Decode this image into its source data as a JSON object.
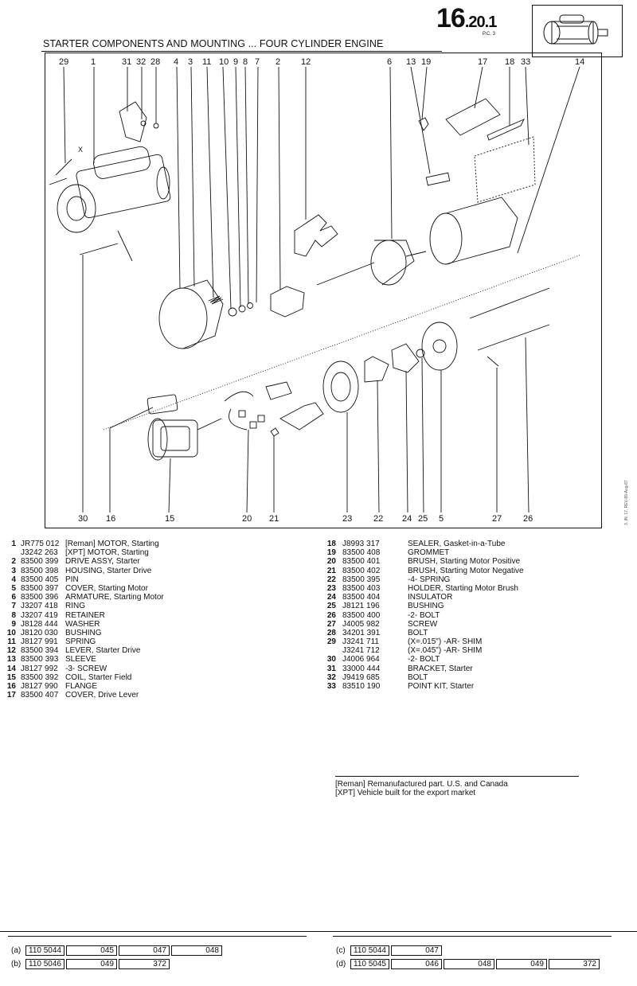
{
  "page_number": {
    "main": "16",
    "sub": ".20.1",
    "pc": "P.C. 3"
  },
  "title": "STARTER COMPONENTS AND MOUNTING ... FOUR CYLINDER ENGINE",
  "callouts_top": [
    "29",
    "1",
    "31",
    "32",
    "28",
    "4",
    "3",
    "11",
    "10",
    "9",
    "8",
    "7",
    "2",
    "12",
    "6",
    "13",
    "19",
    "17",
    "18",
    "33",
    "14"
  ],
  "callouts_bottom": [
    "30",
    "16",
    "15",
    "20",
    "21",
    "23",
    "22",
    "24",
    "25",
    "5",
    "27",
    "26"
  ],
  "callout_x_mark": "X",
  "side_print": "3. IN. 17, REV-89-Aug-87",
  "parts_left": [
    {
      "num": "1",
      "pn": "JR775 012",
      "desc": "[Reman]  MOTOR, Starting"
    },
    {
      "num": "",
      "pn": "J3242 263",
      "desc": "[XPT]  MOTOR, Starting"
    },
    {
      "num": "2",
      "pn": "83500 399",
      "desc": "DRIVE ASSY, Starter"
    },
    {
      "num": "3",
      "pn": "83500 398",
      "desc": "HOUSING, Starter Drive"
    },
    {
      "num": "4",
      "pn": "83500 405",
      "desc": "PIN"
    },
    {
      "num": "5",
      "pn": "83500 397",
      "desc": "COVER, Starting Motor"
    },
    {
      "num": "6",
      "pn": "83500 396",
      "desc": "ARMATURE, Starting Motor"
    },
    {
      "num": "7",
      "pn": "J3207 418",
      "desc": "RING"
    },
    {
      "num": "8",
      "pn": "J3207 419",
      "desc": "RETAINER"
    },
    {
      "num": "9",
      "pn": "J8128 444",
      "desc": "WASHER"
    },
    {
      "num": "10",
      "pn": "J8120 030",
      "desc": "BUSHING"
    },
    {
      "num": "11",
      "pn": "J8127 991",
      "desc": "SPRING"
    },
    {
      "num": "12",
      "pn": "83500 394",
      "desc": "LEVER, Starter Drive"
    },
    {
      "num": "13",
      "pn": "83500 393",
      "desc": "SLEEVE"
    },
    {
      "num": "14",
      "pn": "J8127 992",
      "desc": "-3- SCREW"
    },
    {
      "num": "15",
      "pn": "83500 392",
      "desc": "COIL, Starter Field"
    },
    {
      "num": "16",
      "pn": "J8127 990",
      "desc": "FLANGE"
    },
    {
      "num": "17",
      "pn": "83500 407",
      "desc": "COVER, Drive Lever"
    }
  ],
  "parts_right": [
    {
      "num": "18",
      "pn": "J8993 317",
      "desc": "SEALER, Gasket-in-a-Tube"
    },
    {
      "num": "19",
      "pn": "83500 408",
      "desc": "GROMMET"
    },
    {
      "num": "20",
      "pn": "83500 401",
      "desc": "BRUSH, Starting Motor Positive"
    },
    {
      "num": "21",
      "pn": "83500 402",
      "desc": "BRUSH, Starting Motor Negative"
    },
    {
      "num": "22",
      "pn": "83500 395",
      "desc": "-4- SPRING"
    },
    {
      "num": "23",
      "pn": "83500 403",
      "desc": "HOLDER, Starting Motor Brush"
    },
    {
      "num": "24",
      "pn": "83500 404",
      "desc": "INSULATOR"
    },
    {
      "num": "25",
      "pn": "J8121 196",
      "desc": "BUSHING"
    },
    {
      "num": "26",
      "pn": "83500 400",
      "desc": "-2- BOLT"
    },
    {
      "num": "27",
      "pn": "J4005 982",
      "desc": "SCREW"
    },
    {
      "num": "28",
      "pn": "34201 391",
      "desc": "BOLT"
    },
    {
      "num": "29",
      "pn": "J3241 711",
      "desc": "(X=.015\")  -AR- SHIM"
    },
    {
      "num": "",
      "pn": "J3241 712",
      "desc": "(X=.045\")  -AR- SHIM"
    },
    {
      "num": "30",
      "pn": "J4006 964",
      "desc": "-2- BOLT"
    },
    {
      "num": "31",
      "pn": "33000 444",
      "desc": "BRACKET, Starter"
    },
    {
      "num": "32",
      "pn": "J9419 685",
      "desc": "BOLT"
    },
    {
      "num": "33",
      "pn": "83510 190",
      "desc": "POINT KIT, Starter"
    }
  ],
  "legend": [
    "[Reman] Remanufactured part. U.S. and Canada",
    "[XPT] Vehicle built for the export market"
  ],
  "footer": {
    "a": {
      "label": "(a)",
      "code": "110 5044",
      "parts": [
        "045",
        "047",
        "048"
      ]
    },
    "b": {
      "label": "(b)",
      "code": "110 5046",
      "parts": [
        "049",
        "372"
      ]
    },
    "c": {
      "label": "(c)",
      "code": "110 5044",
      "parts": [
        "047"
      ]
    },
    "d": {
      "label": "(d)",
      "code": "110 5045",
      "parts": [
        "046",
        "048",
        "049",
        "372"
      ]
    }
  }
}
